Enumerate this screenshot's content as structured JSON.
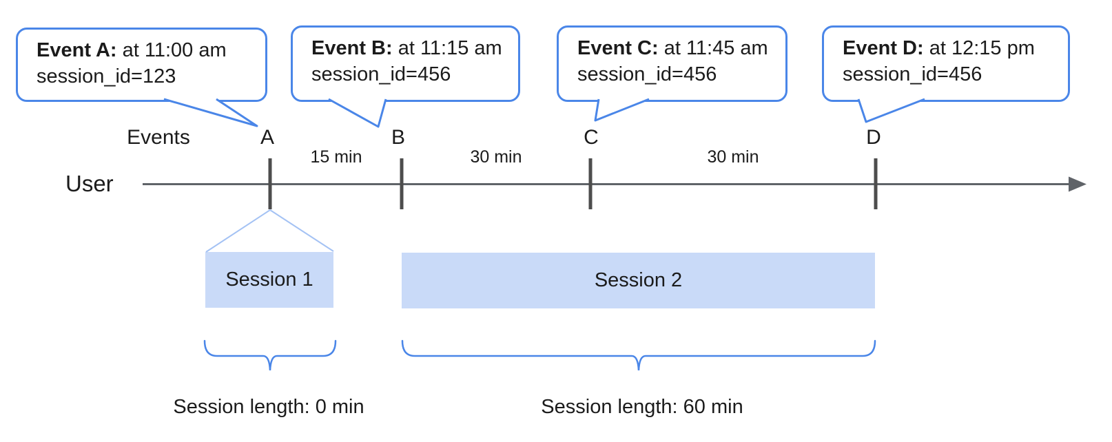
{
  "axis": {
    "events_label": "Events",
    "user_label": "User"
  },
  "events": [
    {
      "marker": "A",
      "title": "Event A:",
      "time_text": " at 11:00 am",
      "session_text": "session_id=123"
    },
    {
      "marker": "B",
      "title": "Event B:",
      "time_text": " at 11:15 am",
      "session_text": "session_id=456"
    },
    {
      "marker": "C",
      "title": "Event C:",
      "time_text": " at 11:45 am",
      "session_text": "session_id=456"
    },
    {
      "marker": "D",
      "title": "Event D:",
      "time_text": " at 12:15 pm",
      "session_text": "session_id=456"
    }
  ],
  "intervals": [
    "15 min",
    "30 min",
    "30 min"
  ],
  "sessions": [
    {
      "label": "Session 1",
      "length_label": "Session length: 0 min"
    },
    {
      "label": "Session 2",
      "length_label": "Session length: 60 min"
    }
  ],
  "colors": {
    "accent_blue": "#4a86e8",
    "funnel_blue": "#a4c2f4",
    "session_fill": "#c9daf8",
    "timeline_gray": "#5f6368",
    "tick_gray": "#4d4d4d"
  }
}
